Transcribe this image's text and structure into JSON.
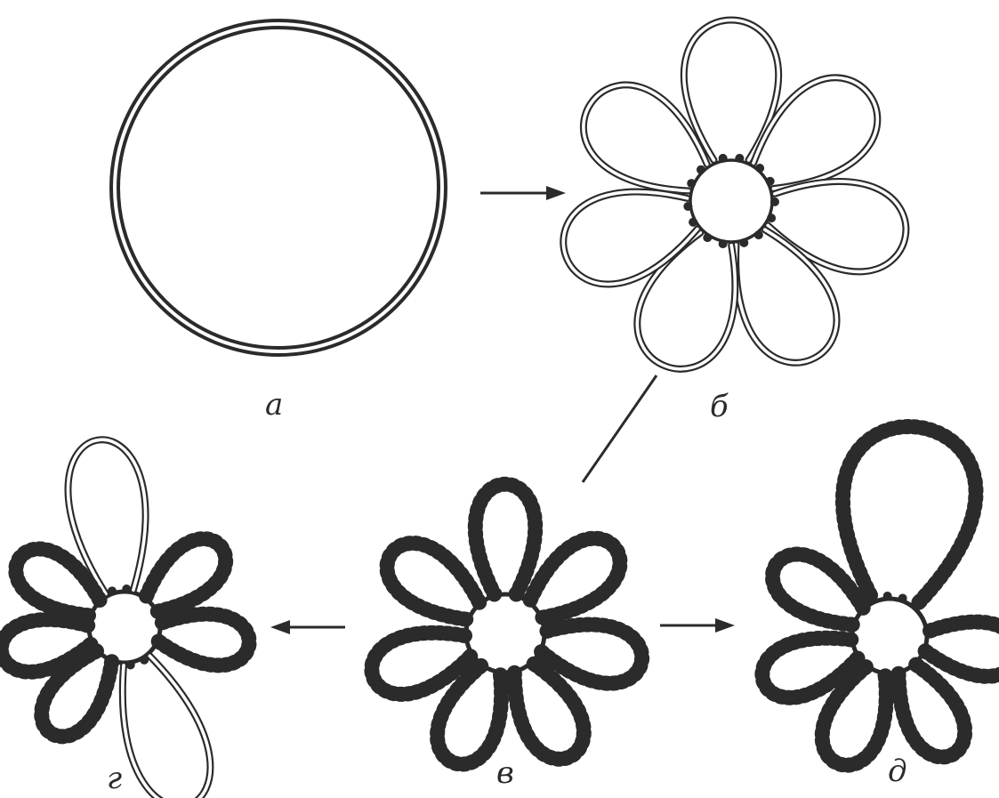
{
  "labels": {
    "a": "а",
    "b": "б",
    "c": "в",
    "d": "г",
    "e": "д"
  },
  "colors": {
    "ink": "#2b2b2b",
    "paper": "#ffffff"
  }
}
